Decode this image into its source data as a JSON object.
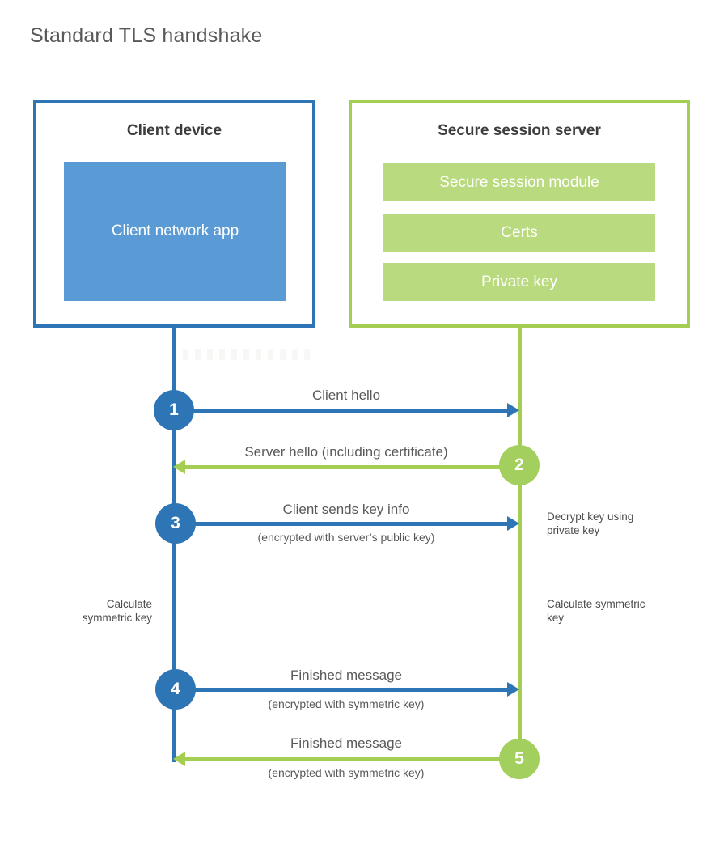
{
  "title": "Standard TLS handshake",
  "client": {
    "title": "Client device",
    "app_label": "Client network app"
  },
  "server": {
    "title": "Secure session server",
    "modules": [
      "Secure session module",
      "Certs",
      "Private key"
    ]
  },
  "steps": [
    {
      "num": "1",
      "label": "Client hello",
      "sub": ""
    },
    {
      "num": "2",
      "label": "Server hello (including certificate)",
      "sub": ""
    },
    {
      "num": "3",
      "label": "Client sends key info",
      "sub": "(encrypted with server’s public key)"
    },
    {
      "num": "4",
      "label": "Finished message",
      "sub": "(encrypted with symmetric key)"
    },
    {
      "num": "5",
      "label": "Finished message",
      "sub": "(encrypted with symmetric key)"
    }
  ],
  "notes": {
    "decrypt": "Decrypt key using private key",
    "calc_left": "Calculate symmetric key",
    "calc_right": "Calculate symmetric key"
  },
  "colors": {
    "blue_accent": "#2e75b6",
    "blue_fill": "#5b9bd5",
    "green_accent": "#a4ce52",
    "green_circle": "#a3cf5f",
    "green_fill": "#b9da7e",
    "text": "#595959"
  }
}
